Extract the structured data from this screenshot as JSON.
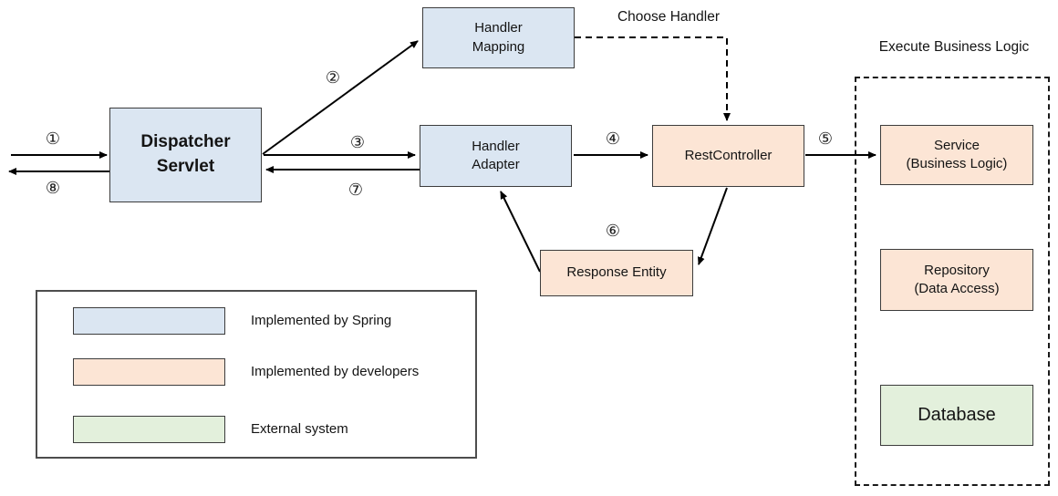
{
  "colors": {
    "spring": "#dbe6f2",
    "developers": "#fce5d5",
    "external": "#e3f0dc",
    "line": "#000000",
    "border": "#3c3c3c"
  },
  "boxes": {
    "dispatcher_servlet": {
      "label": "Dispatcher\nServlet"
    },
    "handler_mapping": {
      "label": "Handler\nMapping"
    },
    "handler_adapter": {
      "label": "Handler\nAdapter"
    },
    "rest_controller": {
      "label": "RestController"
    },
    "response_entity": {
      "label": "Response Entity"
    },
    "service": {
      "label": "Service\n(Business Logic)"
    },
    "repository": {
      "label": "Repository\n(Data Access)"
    },
    "database": {
      "label": "Database"
    }
  },
  "annotations": {
    "choose_handler": "Choose Handler",
    "execute_business_logic": "Execute Business Logic"
  },
  "steps": [
    "①",
    "②",
    "③",
    "④",
    "⑤",
    "⑥",
    "⑦",
    "⑧"
  ],
  "legend": {
    "items": [
      {
        "label": "Implemented by Spring",
        "color": "#dbe6f2"
      },
      {
        "label": "Implemented by developers",
        "color": "#fce5d5"
      },
      {
        "label": "External system",
        "color": "#e3f0dc"
      }
    ]
  }
}
